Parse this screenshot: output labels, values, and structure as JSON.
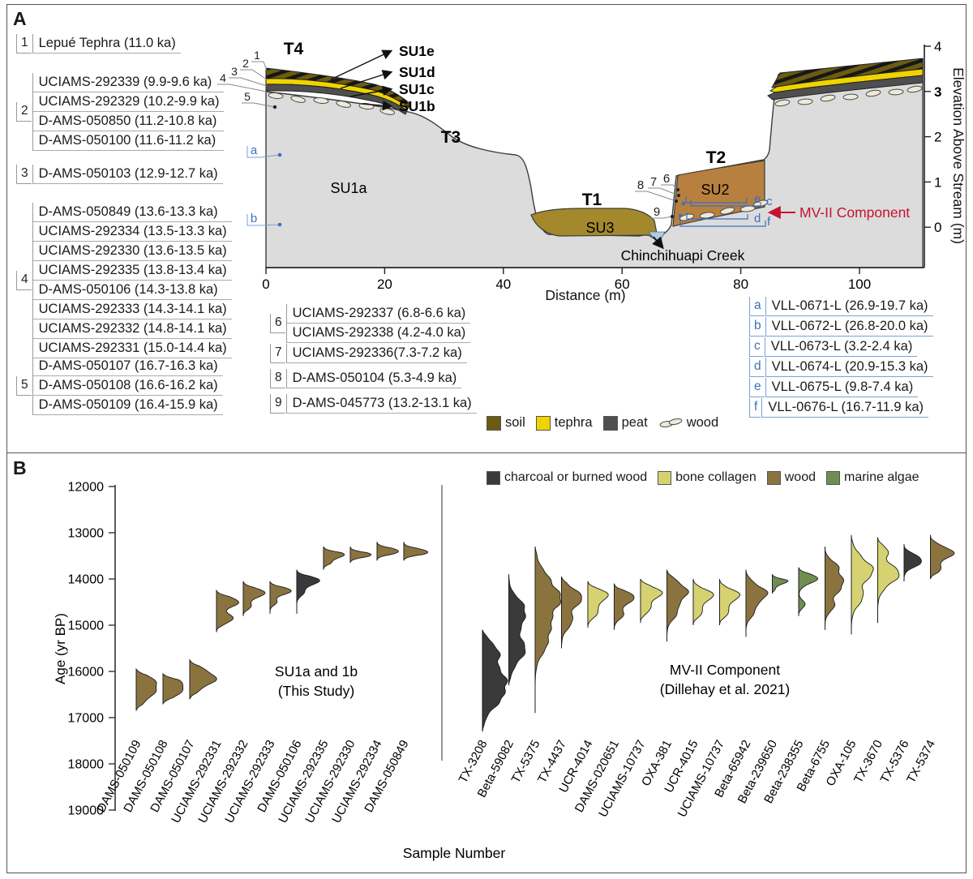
{
  "figure": {
    "panel_a_label": "A",
    "panel_b_label": "B"
  },
  "panelA": {
    "refs_left": [
      {
        "tag": "1",
        "lines": [
          "Lepué Tephra (11.0 ka)"
        ]
      },
      {
        "tag": "2",
        "lines": [
          "UCIAMS-292339 (9.9-9.6 ka)",
          "UCIAMS-292329 (10.2-9.9 ka)",
          "D-AMS-050850 (11.2-10.8 ka)",
          "D-AMS-050100 (11.6-11.2 ka)"
        ]
      },
      {
        "tag": "3",
        "lines": [
          "D-AMS-050103 (12.9-12.7 ka)"
        ]
      },
      {
        "tag": "4",
        "lines": [
          "D-AMS-050849 (13.6-13.3 ka)",
          "UCIAMS-292334 (13.5-13.3 ka)",
          "UCIAMS-292330 (13.6-13.5 ka)",
          "UCIAMS-292335 (13.8-13.4 ka)",
          "D-AMS-050106 (14.3-13.8 ka)",
          "UCIAMS-292333 (14.3-14.1 ka)",
          "UCIAMS-292332 (14.8-14.1 ka)",
          "UCIAMS-292331 (15.0-14.4 ka)"
        ]
      },
      {
        "tag": "5",
        "lines": [
          "D-AMS-050107 (16.7-16.3 ka)",
          "D-AMS-050108 (16.6-16.2 ka)",
          "D-AMS-050109 (16.4-15.9 ka)"
        ]
      }
    ],
    "refs_bottom": [
      {
        "tag": "6",
        "lines": [
          "UCIAMS-292337 (6.8-6.6 ka)",
          "UCIAMS-292338 (4.2-4.0 ka)"
        ]
      },
      {
        "tag": "7",
        "lines": [
          "UCIAMS-292336(7.3-7.2 ka)"
        ]
      },
      {
        "tag": "8",
        "lines": [
          "D-AMS-050104 (5.3-4.9 ka)"
        ]
      },
      {
        "tag": "9",
        "lines": [
          "D-AMS-045773 (13.2-13.1 ka)"
        ]
      }
    ],
    "refs_blue": [
      {
        "tag": "a",
        "lines": [
          "VLL-0671-L (26.9-19.7 ka)"
        ]
      },
      {
        "tag": "b",
        "lines": [
          "VLL-0672-L (26.8-20.0 ka)"
        ]
      },
      {
        "tag": "c",
        "lines": [
          "VLL-0673-L (3.2-2.4 ka)"
        ]
      },
      {
        "tag": "d",
        "lines": [
          "VLL-0674-L (20.9-15.3 ka)"
        ]
      },
      {
        "tag": "e",
        "lines": [
          "VLL-0675-L (9.8-7.4 ka)"
        ]
      },
      {
        "tag": "f",
        "lines": [
          "VLL-0676-L (16.7-11.9 ka)"
        ]
      }
    ],
    "diagram": {
      "terraces": {
        "t4": "T4",
        "t3": "T3",
        "t1": "T1",
        "t2": "T2"
      },
      "units": {
        "su1a": "SU1a",
        "su2": "SU2",
        "su3": "SU3"
      },
      "callouts": [
        "SU1e",
        "SU1d",
        "SU1c",
        "SU1b"
      ],
      "creek": "Chinchihuapi Creek",
      "mv_component": "MV-II Component",
      "point_tags": {
        "t4": [
          "1",
          "2",
          "3",
          "4",
          "5"
        ],
        "blue_left": [
          "a",
          "b"
        ],
        "su2_top": [
          "8",
          "7",
          "6"
        ],
        "su2_base": [
          "9"
        ],
        "blue_right": [
          "e",
          "c",
          "d",
          "f"
        ]
      }
    },
    "axes": {
      "x": {
        "label": "Distance (m)",
        "ticks": [
          0,
          20,
          40,
          60,
          80,
          100
        ]
      },
      "y": {
        "label": "Elevation Above Stream (m)",
        "ticks": [
          4,
          3,
          2,
          1,
          0
        ]
      }
    },
    "legend": [
      {
        "key": "soil",
        "label": "soil",
        "color": "#6b5c12"
      },
      {
        "key": "tephra",
        "label": "tephra",
        "color": "#f0d400"
      },
      {
        "key": "peat",
        "label": "peat",
        "color": "#4f4f4f"
      },
      {
        "key": "wood",
        "label": "wood",
        "icon": "wood-piece-icon"
      }
    ],
    "colors": {
      "terrain": "#dcdcdc",
      "su2": "#b8803f",
      "su3": "#a3892c",
      "creek": "#aecde4",
      "blue": "#3a6fc4",
      "red": "#c41230"
    }
  },
  "panelB": {
    "legend": [
      {
        "key": "charcoal",
        "label": "charcoal or burned wood",
        "color": "#3a3a3a"
      },
      {
        "key": "bone",
        "label": "bone collagen",
        "color": "#d6d272"
      },
      {
        "key": "wood",
        "label": "wood",
        "color": "#8b7340"
      },
      {
        "key": "algae",
        "label": "marine algae",
        "color": "#6f8f52"
      }
    ]
  },
  "chart_data": {
    "type": "area",
    "subtype": "radiocarbon age probability distributions (half-violins, age on y-axis)",
    "xlabel": "Sample Number",
    "ylabel": "Age (yr BP)",
    "ylim": [
      12000,
      19000
    ],
    "yticks": [
      12000,
      13000,
      14000,
      15000,
      16000,
      17000,
      18000,
      19000
    ],
    "legend_position": "top",
    "groups": [
      {
        "name": "SU1a and 1b",
        "caption": [
          "SU1a and 1b",
          "(This Study)"
        ],
        "samples": [
          {
            "id": "DAMS-050109",
            "material": "wood",
            "age_range": [
              15950,
              16850
            ],
            "peaks": [
              {
                "age": 16350,
                "rel": 0.9,
                "sigma": 220
              }
            ]
          },
          {
            "id": "DAMS-050108",
            "material": "wood",
            "age_range": [
              16050,
              16700
            ],
            "peaks": [
              {
                "age": 16350,
                "rel": 0.9,
                "sigma": 180
              }
            ]
          },
          {
            "id": "DAMS-050107",
            "material": "wood",
            "age_range": [
              15750,
              16600
            ],
            "peaks": [
              {
                "age": 16150,
                "rel": 1.0,
                "sigma": 200
              }
            ]
          },
          {
            "id": "UCIAMS-292331",
            "material": "wood",
            "age_range": [
              14250,
              15150
            ],
            "peaks": [
              {
                "age": 14500,
                "rel": 0.85,
                "sigma": 120
              },
              {
                "age": 14850,
                "rel": 0.65,
                "sigma": 110
              }
            ]
          },
          {
            "id": "UCIAMS-292332",
            "material": "wood",
            "age_range": [
              14050,
              14800
            ],
            "peaks": [
              {
                "age": 14300,
                "rel": 0.85,
                "sigma": 110
              },
              {
                "age": 14600,
                "rel": 0.3,
                "sigma": 80
              }
            ]
          },
          {
            "id": "UCIAMS-292333",
            "material": "wood",
            "age_range": [
              14050,
              14750
            ],
            "peaks": [
              {
                "age": 14250,
                "rel": 0.85,
                "sigma": 90
              },
              {
                "age": 14500,
                "rel": 0.25,
                "sigma": 70
              }
            ]
          },
          {
            "id": "DAMS-050106",
            "material": "charcoal",
            "age_range": [
              13800,
              14750
            ],
            "peaks": [
              {
                "age": 14050,
                "rel": 0.95,
                "sigma": 100
              },
              {
                "age": 14300,
                "rel": 0.25,
                "sigma": 80
              }
            ]
          },
          {
            "id": "UCIAMS-292335",
            "material": "wood",
            "age_range": [
              13300,
              13800
            ],
            "peaks": [
              {
                "age": 13480,
                "rel": 0.85,
                "sigma": 80
              },
              {
                "age": 13650,
                "rel": 0.25,
                "sigma": 60
              }
            ]
          },
          {
            "id": "UCIAMS-292330",
            "material": "wood",
            "age_range": [
              13300,
              13650
            ],
            "peaks": [
              {
                "age": 13480,
                "rel": 0.85,
                "sigma": 70
              }
            ]
          },
          {
            "id": "UCIAMS-292334",
            "material": "wood",
            "age_range": [
              13200,
              13600
            ],
            "peaks": [
              {
                "age": 13400,
                "rel": 0.85,
                "sigma": 80
              }
            ]
          },
          {
            "id": "DAMS-050849",
            "material": "wood",
            "age_range": [
              13200,
              13600
            ],
            "peaks": [
              {
                "age": 13420,
                "rel": 0.95,
                "sigma": 80
              }
            ]
          }
        ]
      },
      {
        "name": "MV-II Component",
        "caption": [
          "MV-II Component",
          "(Dillehay et al. 2021)"
        ],
        "samples": [
          {
            "id": "TX-3208",
            "material": "charcoal",
            "age_range": [
              15100,
              17300
            ],
            "peaks": [
              {
                "age": 16350,
                "rel": 1.0,
                "sigma": 350
              },
              {
                "age": 15600,
                "rel": 0.55,
                "sigma": 250
              }
            ]
          },
          {
            "id": "Beta-59082",
            "material": "charcoal",
            "age_range": [
              13900,
              16300
            ],
            "peaks": [
              {
                "age": 14700,
                "rel": 0.7,
                "sigma": 250
              },
              {
                "age": 15500,
                "rel": 0.65,
                "sigma": 300
              }
            ]
          },
          {
            "id": "TX-5375",
            "material": "wood",
            "age_range": [
              13300,
              16900
            ],
            "peaks": [
              {
                "age": 14400,
                "rel": 1.0,
                "sigma": 400
              },
              {
                "age": 15300,
                "rel": 0.5,
                "sigma": 300
              }
            ]
          },
          {
            "id": "TX-4437",
            "material": "wood",
            "age_range": [
              13950,
              15500
            ],
            "peaks": [
              {
                "age": 14400,
                "rel": 0.8,
                "sigma": 200
              },
              {
                "age": 14900,
                "rel": 0.4,
                "sigma": 180
              }
            ]
          },
          {
            "id": "UCR-4014",
            "material": "bone",
            "age_range": [
              14050,
              15050
            ],
            "peaks": [
              {
                "age": 14350,
                "rel": 0.8,
                "sigma": 130
              },
              {
                "age": 14700,
                "rel": 0.45,
                "sigma": 120
              }
            ]
          },
          {
            "id": "DAMS-020651",
            "material": "wood",
            "age_range": [
              14100,
              15100
            ],
            "peaks": [
              {
                "age": 14400,
                "rel": 0.8,
                "sigma": 130
              },
              {
                "age": 14750,
                "rel": 0.4,
                "sigma": 110
              }
            ]
          },
          {
            "id": "UCIAMS-10737",
            "material": "bone",
            "age_range": [
              14000,
              14950
            ],
            "peaks": [
              {
                "age": 14300,
                "rel": 0.85,
                "sigma": 140
              },
              {
                "age": 14650,
                "rel": 0.4,
                "sigma": 100
              }
            ]
          },
          {
            "id": "OXA-381",
            "material": "wood",
            "age_range": [
              13800,
              15350
            ],
            "peaks": [
              {
                "age": 14250,
                "rel": 0.85,
                "sigma": 180
              },
              {
                "age": 14700,
                "rel": 0.45,
                "sigma": 160
              }
            ]
          },
          {
            "id": "UCR-4015",
            "material": "bone",
            "age_range": [
              14000,
              15000
            ],
            "peaks": [
              {
                "age": 14350,
                "rel": 0.8,
                "sigma": 130
              },
              {
                "age": 14700,
                "rel": 0.4,
                "sigma": 110
              }
            ]
          },
          {
            "id": "UCIAMS-10737",
            "material": "bone",
            "age_range": [
              14000,
              15000
            ],
            "peaks": [
              {
                "age": 14350,
                "rel": 0.8,
                "sigma": 130
              },
              {
                "age": 14700,
                "rel": 0.4,
                "sigma": 110
              }
            ]
          },
          {
            "id": "Beta-65942",
            "material": "wood",
            "age_range": [
              13800,
              15250
            ],
            "peaks": [
              {
                "age": 14300,
                "rel": 0.85,
                "sigma": 170
              },
              {
                "age": 14700,
                "rel": 0.35,
                "sigma": 130
              }
            ]
          },
          {
            "id": "Beta-239650",
            "material": "algae",
            "age_range": [
              13900,
              14300
            ],
            "peaks": [
              {
                "age": 14050,
                "rel": 0.65,
                "sigma": 70
              },
              {
                "age": 14250,
                "rel": 0.2,
                "sigma": 50
              }
            ]
          },
          {
            "id": "Beta-238355",
            "material": "algae",
            "age_range": [
              13750,
              14800
            ],
            "peaks": [
              {
                "age": 14000,
                "rel": 0.75,
                "sigma": 110
              },
              {
                "age": 14550,
                "rel": 0.25,
                "sigma": 90
              }
            ]
          },
          {
            "id": "Beta-6755",
            "material": "wood",
            "age_range": [
              13300,
              15100
            ],
            "peaks": [
              {
                "age": 14100,
                "rel": 0.8,
                "sigma": 200
              },
              {
                "age": 13700,
                "rel": 0.4,
                "sigma": 120
              },
              {
                "age": 14600,
                "rel": 0.35,
                "sigma": 120
              }
            ]
          },
          {
            "id": "OXA-105",
            "material": "bone",
            "age_range": [
              13050,
              15200
            ],
            "peaks": [
              {
                "age": 13800,
                "rel": 0.85,
                "sigma": 250
              },
              {
                "age": 14400,
                "rel": 0.4,
                "sigma": 200
              }
            ]
          },
          {
            "id": "TX-3670",
            "material": "bone",
            "age_range": [
              13100,
              14950
            ],
            "peaks": [
              {
                "age": 13900,
                "rel": 0.85,
                "sigma": 220
              },
              {
                "age": 13400,
                "rel": 0.35,
                "sigma": 120
              }
            ]
          },
          {
            "id": "TX-5376",
            "material": "charcoal",
            "age_range": [
              13250,
              14050
            ],
            "peaks": [
              {
                "age": 13600,
                "rel": 0.8,
                "sigma": 120
              }
            ]
          },
          {
            "id": "TX-5374",
            "material": "wood",
            "age_range": [
              13050,
              14000
            ],
            "peaks": [
              {
                "age": 13450,
                "rel": 0.95,
                "sigma": 140
              },
              {
                "age": 13800,
                "rel": 0.35,
                "sigma": 100
              }
            ]
          }
        ]
      }
    ]
  }
}
